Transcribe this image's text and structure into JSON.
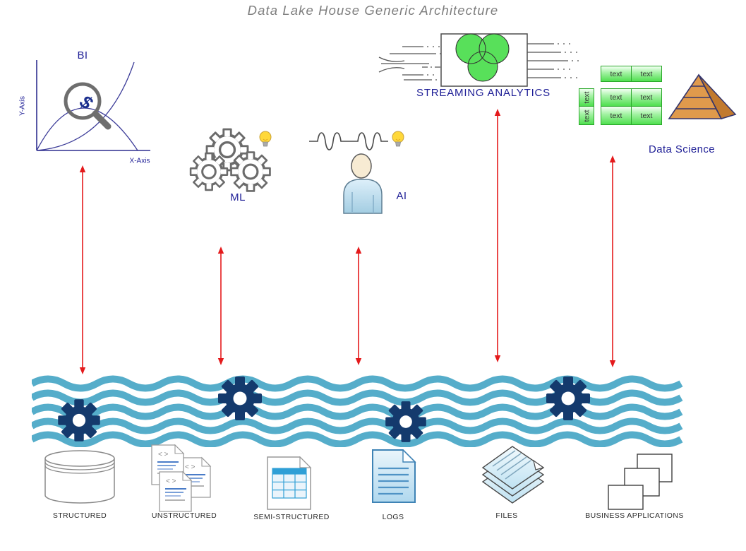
{
  "title": "Data Lake House Generic Architecture",
  "consumers": {
    "bi": {
      "label": "BI",
      "x_axis": "X-Axis",
      "y_axis": "Y-Axis",
      "symbol": "$"
    },
    "ml": {
      "label": "ML"
    },
    "ai": {
      "label": "AI"
    },
    "streaming": {
      "label": "STREAMING ANALYTICS"
    },
    "data_science": {
      "label": "Data Science",
      "cell": "text"
    }
  },
  "sources": [
    {
      "label": "STRUCTURED"
    },
    {
      "label": "UNSTRUCTURED",
      "glyph": "< >"
    },
    {
      "label": "SEMI-STRUCTURED"
    },
    {
      "label": "LOGS"
    },
    {
      "label": "FILES"
    },
    {
      "label": "BUSINESS APPLICATIONS"
    }
  ],
  "colors": {
    "title": "#7e7e7e",
    "label_navy": "#1e1e96",
    "arrow_red": "#e41a1c",
    "wave_blue": "#55adca",
    "gear_navy": "#143a6d",
    "venn_green": "#58e05a",
    "cell_green_border": "#2aa82a",
    "pyramid_front": "#e09a4c",
    "pyramid_side": "#c27a2e",
    "source_label": "#2b2b2b"
  }
}
